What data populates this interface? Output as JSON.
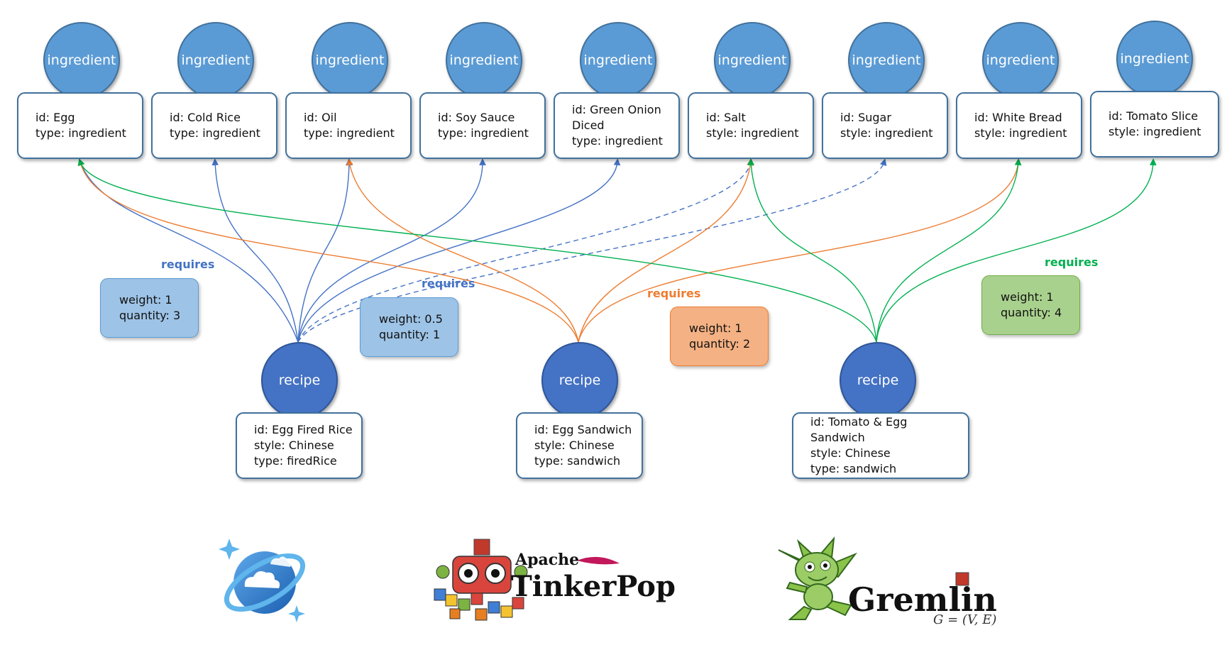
{
  "ingredients": [
    {
      "label": "ingredient",
      "line1": "id: Egg",
      "line2": "type: ingredient"
    },
    {
      "label": "ingredient",
      "line1": "id: Cold Rice",
      "line2": "type: ingredient"
    },
    {
      "label": "ingredient",
      "line1": "id: Oil",
      "line2": "type: ingredient"
    },
    {
      "label": "ingredient",
      "line1": "id: Soy Sauce",
      "line2": "type: ingredient"
    },
    {
      "label": "ingredient",
      "line1": "id: Green Onion Diced",
      "line2": "type: ingredient"
    },
    {
      "label": "ingredient",
      "line1": "id: Salt",
      "line2": "style: ingredient"
    },
    {
      "label": "ingredient",
      "line1": "id: Sugar",
      "line2": "style: ingredient"
    },
    {
      "label": "ingredient",
      "line1": "id: White Bread",
      "line2": "style: ingredient"
    },
    {
      "label": "ingredient",
      "line1": "id: Tomato Slice",
      "line2": "style: ingredient"
    }
  ],
  "recipes": [
    {
      "label": "recipe",
      "lines": [
        "id: Egg Fired Rice",
        "style: Chinese",
        "type: firedRice"
      ]
    },
    {
      "label": "recipe",
      "lines": [
        "id: Egg Sandwich",
        "style: Chinese",
        "type: sandwich"
      ]
    },
    {
      "label": "recipe",
      "lines": [
        "id: Tomato & Egg Sandwich",
        "style: Chinese",
        "type: sandwich"
      ]
    }
  ],
  "edge_labels": [
    {
      "text": "requires",
      "color": "#4472c4"
    },
    {
      "text": "requires",
      "color": "#4472c4"
    },
    {
      "text": "requires",
      "color": "#ed7d31"
    },
    {
      "text": "requires",
      "color": "#00b050"
    }
  ],
  "edge_props": [
    {
      "line1": "weight: 1",
      "line2": "quantity: 3"
    },
    {
      "line1": "weight: 0.5",
      "line2": "quantity: 1"
    },
    {
      "line1": "weight: 1",
      "line2": "quantity: 2"
    },
    {
      "line1": "weight: 1",
      "line2": "quantity: 4"
    }
  ],
  "colors": {
    "blue_edge": "#4472c4",
    "orange_edge": "#ed7d31",
    "green_edge": "#00b050"
  },
  "logos": {
    "cosmos": {
      "icon": "cosmos-db-planet-icon"
    },
    "tinkerpop": {
      "top": "Apache",
      "bottom": "TinkerPop",
      "icon": "tinkerpop-robot-icon"
    },
    "gremlin": {
      "name": "Gremlin",
      "formula": "G = (V, E)",
      "icon": "gremlin-mascot-icon"
    }
  }
}
